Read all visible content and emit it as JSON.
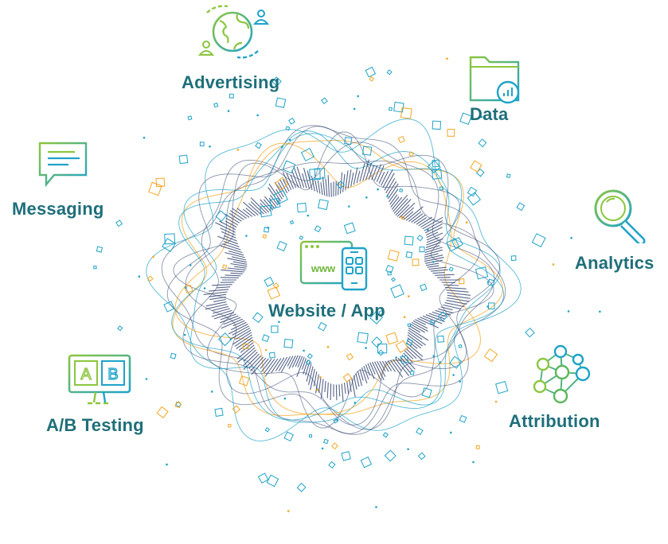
{
  "center": {
    "label": "Website / App",
    "icon": "browser-phone-icon",
    "browser_text": "www"
  },
  "nodes": [
    {
      "id": "advertising",
      "label": "Advertising",
      "icon": "globe-people-icon"
    },
    {
      "id": "data",
      "label": "Data",
      "icon": "folder-chart-icon"
    },
    {
      "id": "messaging",
      "label": "Messaging",
      "icon": "chat-bubble-icon"
    },
    {
      "id": "analytics",
      "label": "Analytics",
      "icon": "magnifier-icon"
    },
    {
      "id": "ab-testing",
      "label": "A/B Testing",
      "icon": "ab-monitor-icon",
      "letters": [
        "A",
        "B"
      ]
    },
    {
      "id": "attribution",
      "label": "Attribution",
      "icon": "network-nodes-icon"
    }
  ],
  "colors": {
    "label": "#1f6f7a",
    "gradient_start": "#8cc63f",
    "gradient_end": "#1fa3c9",
    "cyan": "#1fa3c9",
    "navy": "#2c3e6b",
    "orange": "#f5a623",
    "green": "#8cc63f"
  }
}
